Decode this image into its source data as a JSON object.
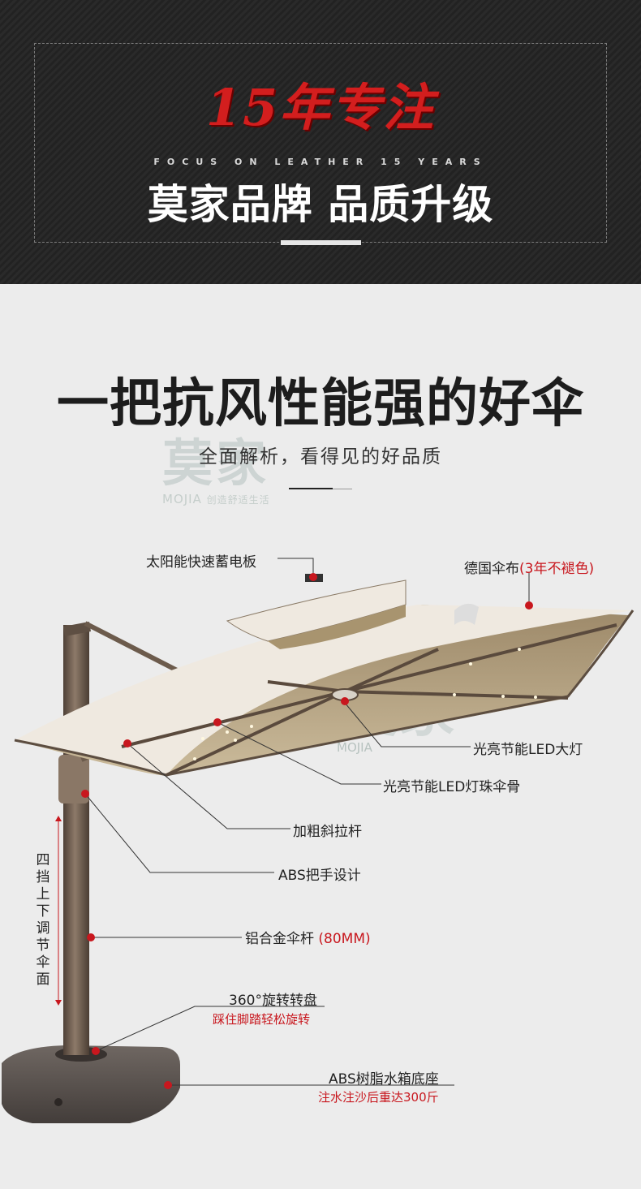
{
  "banner": {
    "title": "15年专注",
    "subtitle": "FOCUS ON LEATHER 15 YEARS",
    "main": "莫家品牌 品质升级"
  },
  "section": {
    "title": "一把抗风性能强的好伞",
    "subtitle": "全面解析，看得见的好品质"
  },
  "watermark": {
    "chars": "莫家",
    "brand": "MOJIA",
    "slogan": "创造舒适生活"
  },
  "labels": {
    "solar_panel": "太阳能快速蓄电板",
    "fabric": "德国伞布",
    "fabric_note": "(3年不褪色)",
    "led_big_light": "光亮节能LED大灯",
    "led_bead_ribs": "光亮节能LED灯珠伞骨",
    "thick_strut": "加粗斜拉杆",
    "abs_handle": "ABS把手设计",
    "pole": "铝合金伞杆",
    "pole_note": "(80MM)",
    "turntable": "360°旋转转盘",
    "turntable_note": "踩住脚踏轻松旋转",
    "base": "ABS树脂水箱底座",
    "base_note": "注水注沙后重达300斤",
    "four_level": "四挡上下调节伞面"
  },
  "colors": {
    "accent_red": "#c8171e",
    "canopy": "#efe9e0",
    "canopy_under": "#bfae8c",
    "pole": "#6b5a4c",
    "base": "#5b5450"
  }
}
